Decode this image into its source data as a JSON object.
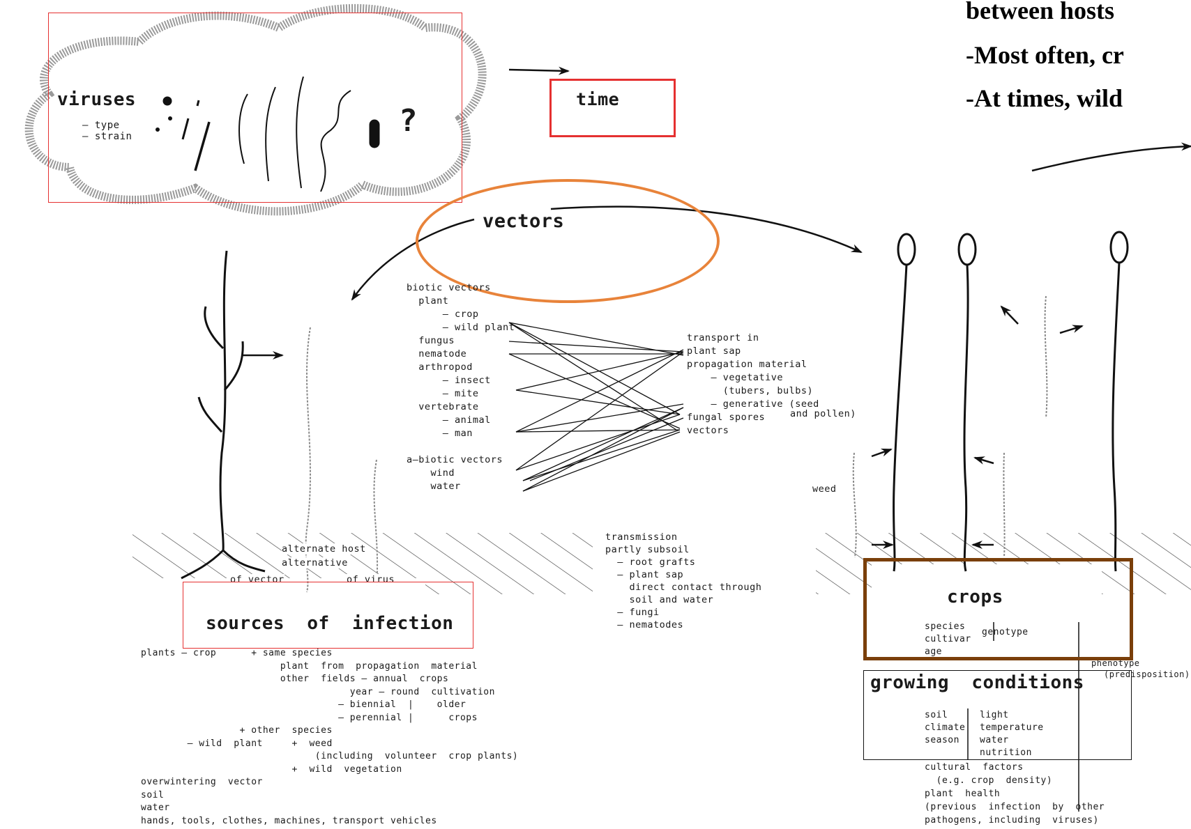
{
  "slide_notes": {
    "line1": "between hosts",
    "line2": "-Most often, cr",
    "line3": "-At times, wild"
  },
  "viruses": {
    "title": "viruses",
    "type": "– type",
    "strain": "– strain",
    "question": "?"
  },
  "time_label": "time",
  "vectors_label": "vectors",
  "vector_list": [
    "biotic vectors",
    "  plant",
    "      – crop",
    "      – wild plant",
    "  fungus",
    "  nematode",
    "  arthropod",
    "      – insect",
    "      – mite",
    "  vertebrate",
    "      – animal",
    "      – man",
    "",
    "a–biotic vectors",
    "    wind",
    "    water"
  ],
  "transport_list": [
    "transport in",
    "plant sap",
    "propagation material",
    "    – vegetative",
    "      (tubers, bulbs)",
    "    – generative (seed",
    "fungal spores",
    "vectors"
  ],
  "and_pollen": "and pollen)",
  "weed_label": "weed",
  "transmission_list": [
    "transmission",
    "partly subsoil",
    "  – root grafts",
    "  – plant sap",
    "    direct contact through",
    "    soil and water",
    "  – fungi",
    "  – nematodes"
  ],
  "alternate_host": {
    "line1": "alternate host",
    "line2": "alternative",
    "of_vector": "of vector",
    "of_virus": "of virus"
  },
  "sources_title": "sources  of  infection",
  "sources_list": [
    "plants – crop      + same species",
    "                        plant  from  propagation  material",
    "                        other  fields – annual  crops",
    "                                    year – round  cultivation",
    "                                  – biennial  |    older",
    "                                  – perennial |      crops",
    "                 + other  species",
    "        – wild  plant     +  weed",
    "                              (including  volunteer  crop plants)",
    "                          +  wild  vegetation",
    "overwintering  vector",
    "soil",
    "water",
    "hands, tools, clothes, machines, transport vehicles"
  ],
  "crops": {
    "title": "crops",
    "species": "species",
    "cultivar": "cultivar",
    "age": "age",
    "genotype": "genotype",
    "phenotype": "phenotype",
    "predisposition": "(predisposition)"
  },
  "growing_conditions": {
    "title": "growing  conditions",
    "left": [
      "soil",
      "climate",
      "season"
    ],
    "right": [
      "light",
      "temperature",
      "water",
      "nutrition"
    ],
    "extra": [
      "cultural  factors",
      "  (e.g. crop  density)",
      "plant  health",
      "(previous  infection  by  other",
      "pathogens, including  viruses)"
    ]
  },
  "colors": {
    "red_box": "#e53030",
    "orange_ellipse": "#e8833a",
    "brown_box": "#7a3f0a"
  }
}
